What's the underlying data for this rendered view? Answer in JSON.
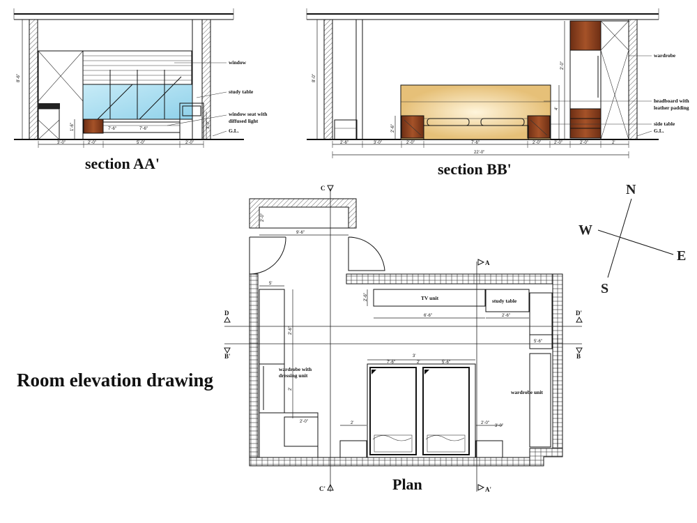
{
  "captions": {
    "section_aa": "section AA'",
    "section_bb": "section BB'",
    "main_title": "Room elevation drawing",
    "plan": "Plan"
  },
  "section_aa": {
    "labels": {
      "window": "window",
      "study_table": "study table",
      "window_seat": "window seat with",
      "window_seat_2": "diffused light",
      "gl": "G.L."
    },
    "dims": [
      "3'-0\"",
      "2'-0\"",
      "5'-0\"",
      "2'-0\"",
      "7'-6\"",
      "8'-6\"",
      "7'-6\"",
      "3'-0\"",
      "1'-6\""
    ]
  },
  "section_bb": {
    "labels": {
      "wardrobe": "wardrobe",
      "headboard": "headboard with",
      "headboard_2": "leather padding",
      "side_table": "side table",
      "gl": "G.L."
    },
    "dims": [
      "2'-6\"",
      "3'-0\"",
      "2'-0\"",
      "7'-6\"",
      "2'-0\"",
      "2'-0\"",
      "2'-0\"",
      "2'",
      "22'-0\"",
      "8'-0\"",
      "4'",
      "2'-0\"",
      "2'-6\""
    ]
  },
  "plan": {
    "labels": {
      "tv_unit": "TV unit",
      "study_table": "study table",
      "wardrobe_dressing": "wardrobe with",
      "wardrobe_dressing_2": "dressing unit",
      "wardrobe_unit": "wardrobe unit"
    },
    "section_marks": {
      "c_top": "C",
      "c_bottom": "C'",
      "a_top": "A",
      "a_bottom": "A'",
      "d_left": "D",
      "d_right": "D'",
      "b_left": "B'",
      "b_right": "B"
    },
    "dims": [
      "2'-0\"",
      "9'-6\"",
      "5'",
      "2'",
      "6'-6\"",
      "2'-6\"",
      "2'-6\"",
      "7'-6\"",
      "2'-6\"",
      "5'-6\"",
      "3'",
      "5'-6\"",
      "2'",
      "2'-0\"",
      "2'",
      "2'-0\"",
      "3'-0\""
    ]
  },
  "compass": {
    "n": "N",
    "s": "S",
    "e": "E",
    "w": "W"
  },
  "colors": {
    "glass": "#a9ddf0",
    "wood": "#8a3e1f",
    "leather": "#e9c87e",
    "ink": "#111111"
  }
}
